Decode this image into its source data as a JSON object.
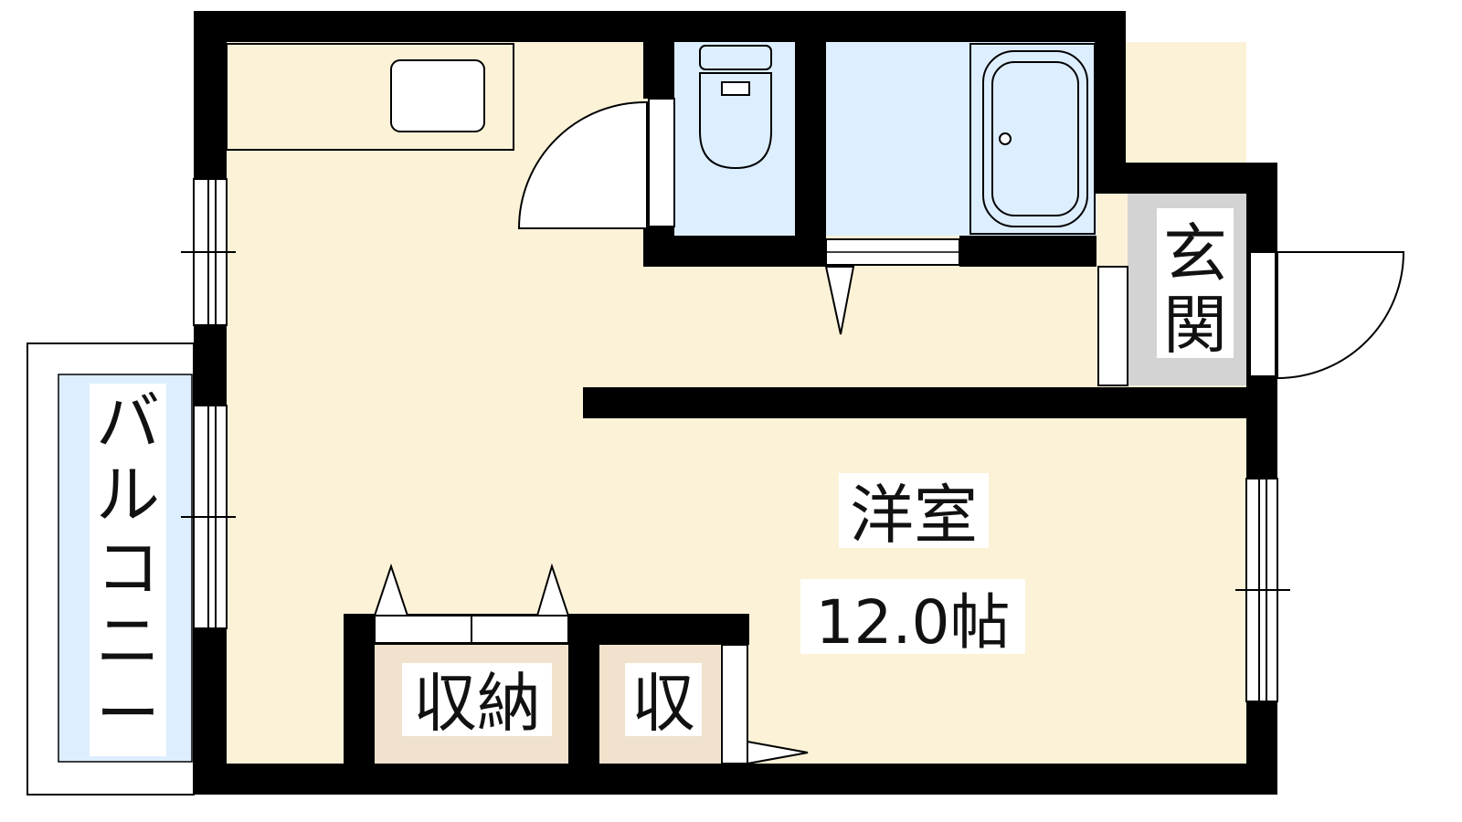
{
  "floorplan": {
    "rooms": {
      "balcony": {
        "label_chars": [
          "バ",
          "ル",
          "コ",
          "ニ",
          "ー"
        ],
        "color": "#ddeeff"
      },
      "entrance": {
        "label_chars": [
          "玄",
          "関"
        ],
        "color": "#d3d3d3"
      },
      "western_room": {
        "label": "洋室",
        "size": "12.0帖",
        "color": "#fcf2d7"
      },
      "storage": {
        "label": "収納",
        "color": "#f0e2cc"
      },
      "small_storage": {
        "label": "収",
        "color": "#f0e2cc"
      },
      "toilet": {
        "color": "#ddeeff"
      },
      "bath": {
        "color": "#ddeeff"
      }
    },
    "colors": {
      "wall": "#000000",
      "line": "#000000",
      "outside": "#ffffff"
    },
    "icons": [
      "sink-icon",
      "toilet-icon",
      "bathtub-icon",
      "door-swing-icon",
      "window-icon"
    ]
  }
}
